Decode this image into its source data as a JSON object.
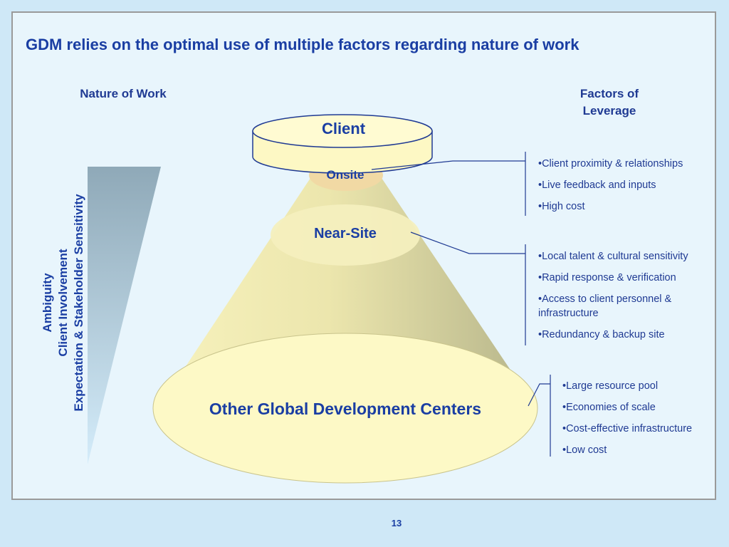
{
  "title": "GDM relies on the optimal use of multiple factors regarding nature of work",
  "headers": {
    "nature_of_work": "Nature of Work",
    "factors_of_leverage": "Factors of Leverage"
  },
  "levels": {
    "client": "Client",
    "onsite": "Onsite",
    "nearsite": "Near-Site",
    "other": "Other Global Development Centers"
  },
  "factors": {
    "onsite": [
      "•Client proximity & relationships",
      "•Live feedback and inputs",
      "•High cost"
    ],
    "nearsite": [
      "•Local talent & cultural sensitivity",
      "•Rapid response & verification",
      "•Access to client personnel & infrastructure",
      "•Redundancy & backup site"
    ],
    "other": [
      "•Large resource pool",
      "•Economies of scale",
      "•Cost-effective infrastructure",
      "•Low cost"
    ]
  },
  "vertical_labels": [
    "Ambiguity",
    "Client Involvement",
    "Expectation & Stakeholder Sensitivity"
  ],
  "page_number": "13",
  "colors": {
    "background": "#cfe8f7",
    "panel": "#e8f5fc",
    "text": "#1f3a93",
    "ellipse_fill": "#fdf9c6",
    "cone_light": "#f6f1b8",
    "cone_dark": "#b8b78c",
    "wedge_top": "#8fa9b8",
    "wedge_bottom": "#d4ecfa"
  }
}
